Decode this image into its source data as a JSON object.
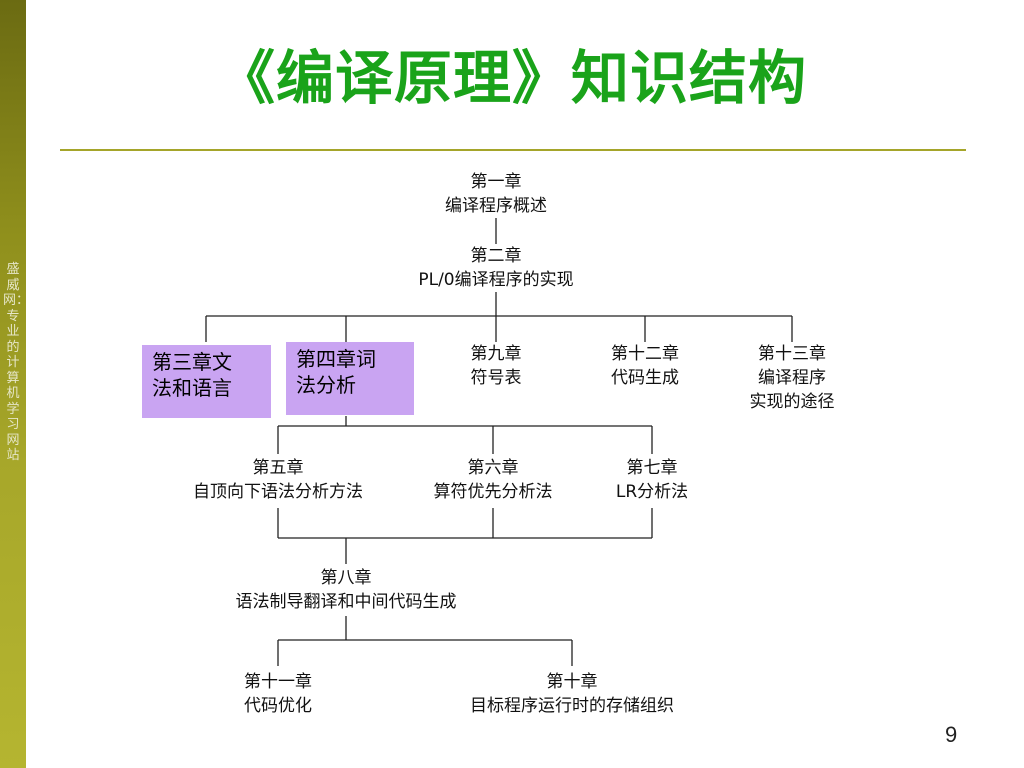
{
  "sidebar": {
    "text": "盛威网：专业的计算机学习网站"
  },
  "title": "《编译原理》知识结构",
  "nodes": {
    "ch1": {
      "line1": "第一章",
      "line2": "编译程序概述"
    },
    "ch2": {
      "line1": "第二章",
      "line2": "PL/0编译程序的实现"
    },
    "ch3": {
      "line1": "第三章文",
      "line2": "法和语言"
    },
    "ch4": {
      "line1": "第四章词",
      "line2": "法分析"
    },
    "ch9": {
      "line1": "第九章",
      "line2": "符号表"
    },
    "ch12": {
      "line1": "第十二章",
      "line2": "代码生成"
    },
    "ch13": {
      "line1": "第十三章",
      "line2": "编译程序",
      "line3": "实现的途径"
    },
    "ch5": {
      "line1": "第五章",
      "line2": "自顶向下语法分析方法"
    },
    "ch6": {
      "line1": "第六章",
      "line2": "算符优先分析法"
    },
    "ch7": {
      "line1": "第七章",
      "line2": "LR分析法"
    },
    "ch8": {
      "line1": "第八章",
      "line2": "语法制导翻译和中间代码生成"
    },
    "ch11": {
      "line1": "第十一章",
      "line2": "代码优化"
    },
    "ch10": {
      "line1": "第十章",
      "line2": "目标程序运行时的存储组织"
    }
  },
  "colors": {
    "title": "#1aa31a",
    "highlight": "#c9a4f2",
    "rule": "#a5a52a",
    "sidebar": "#8f8f1c"
  },
  "page_number": "9"
}
